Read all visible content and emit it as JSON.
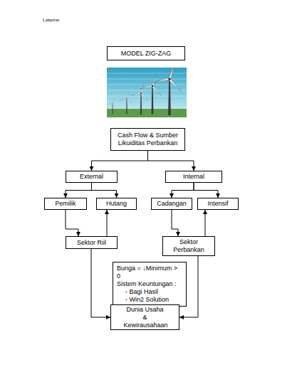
{
  "diagram": {
    "nodes": [
      {
        "text": [
          "MODEL ZIG-ZAG"
        ]
      },
      {
        "text": [
          "Cash Flow & Sumber Likuiditas Perbankan"
        ]
      },
      {
        "text": [
          "External"
        ]
      },
      {
        "text": [
          "Internal"
        ]
      },
      {
        "text": [
          "Pemilik"
        ]
      },
      {
        "text": [
          "Hutang"
        ]
      },
      {
        "text": [
          "Cadangan"
        ]
      },
      {
        "text": [
          "Intensif"
        ]
      },
      {
        "text": [
          "Sektor Riil"
        ]
      },
      {
        "text": [
          "Sektor Perbankan"
        ]
      },
      {
        "text": [
          "Bunga = ↓Minimum > 0",
          "Sistem Keuntungan :",
          "- Bagi Hasil",
          "- Win2 Solution"
        ]
      },
      {
        "text": [
          "Dunia Usaha & Kewirausahaan"
        ]
      }
    ],
    "edges": [
      {
        "from": 1,
        "to": 2,
        "arrow": "to"
      },
      {
        "from": 1,
        "to": 3,
        "arrow": "to"
      },
      {
        "from": 2,
        "to": 4,
        "arrow": "to"
      },
      {
        "from": 2,
        "to": 5,
        "arrow": "to"
      },
      {
        "from": 3,
        "to": 6,
        "arrow": "to"
      },
      {
        "from": 3,
        "to": 7,
        "arrow": "to"
      },
      {
        "from": 4,
        "to": 8,
        "arrow": "to"
      },
      {
        "from": 8,
        "to": 5,
        "arrow": "to"
      },
      {
        "from": 6,
        "to": 9,
        "arrow": "to"
      },
      {
        "from": 9,
        "to": 7,
        "arrow": "to"
      },
      {
        "from": 8,
        "to": 11,
        "arrow": "to"
      },
      {
        "from": 9,
        "to": 11,
        "arrow": "to"
      }
    ],
    "labels": [
      "Lampiran"
    ]
  }
}
